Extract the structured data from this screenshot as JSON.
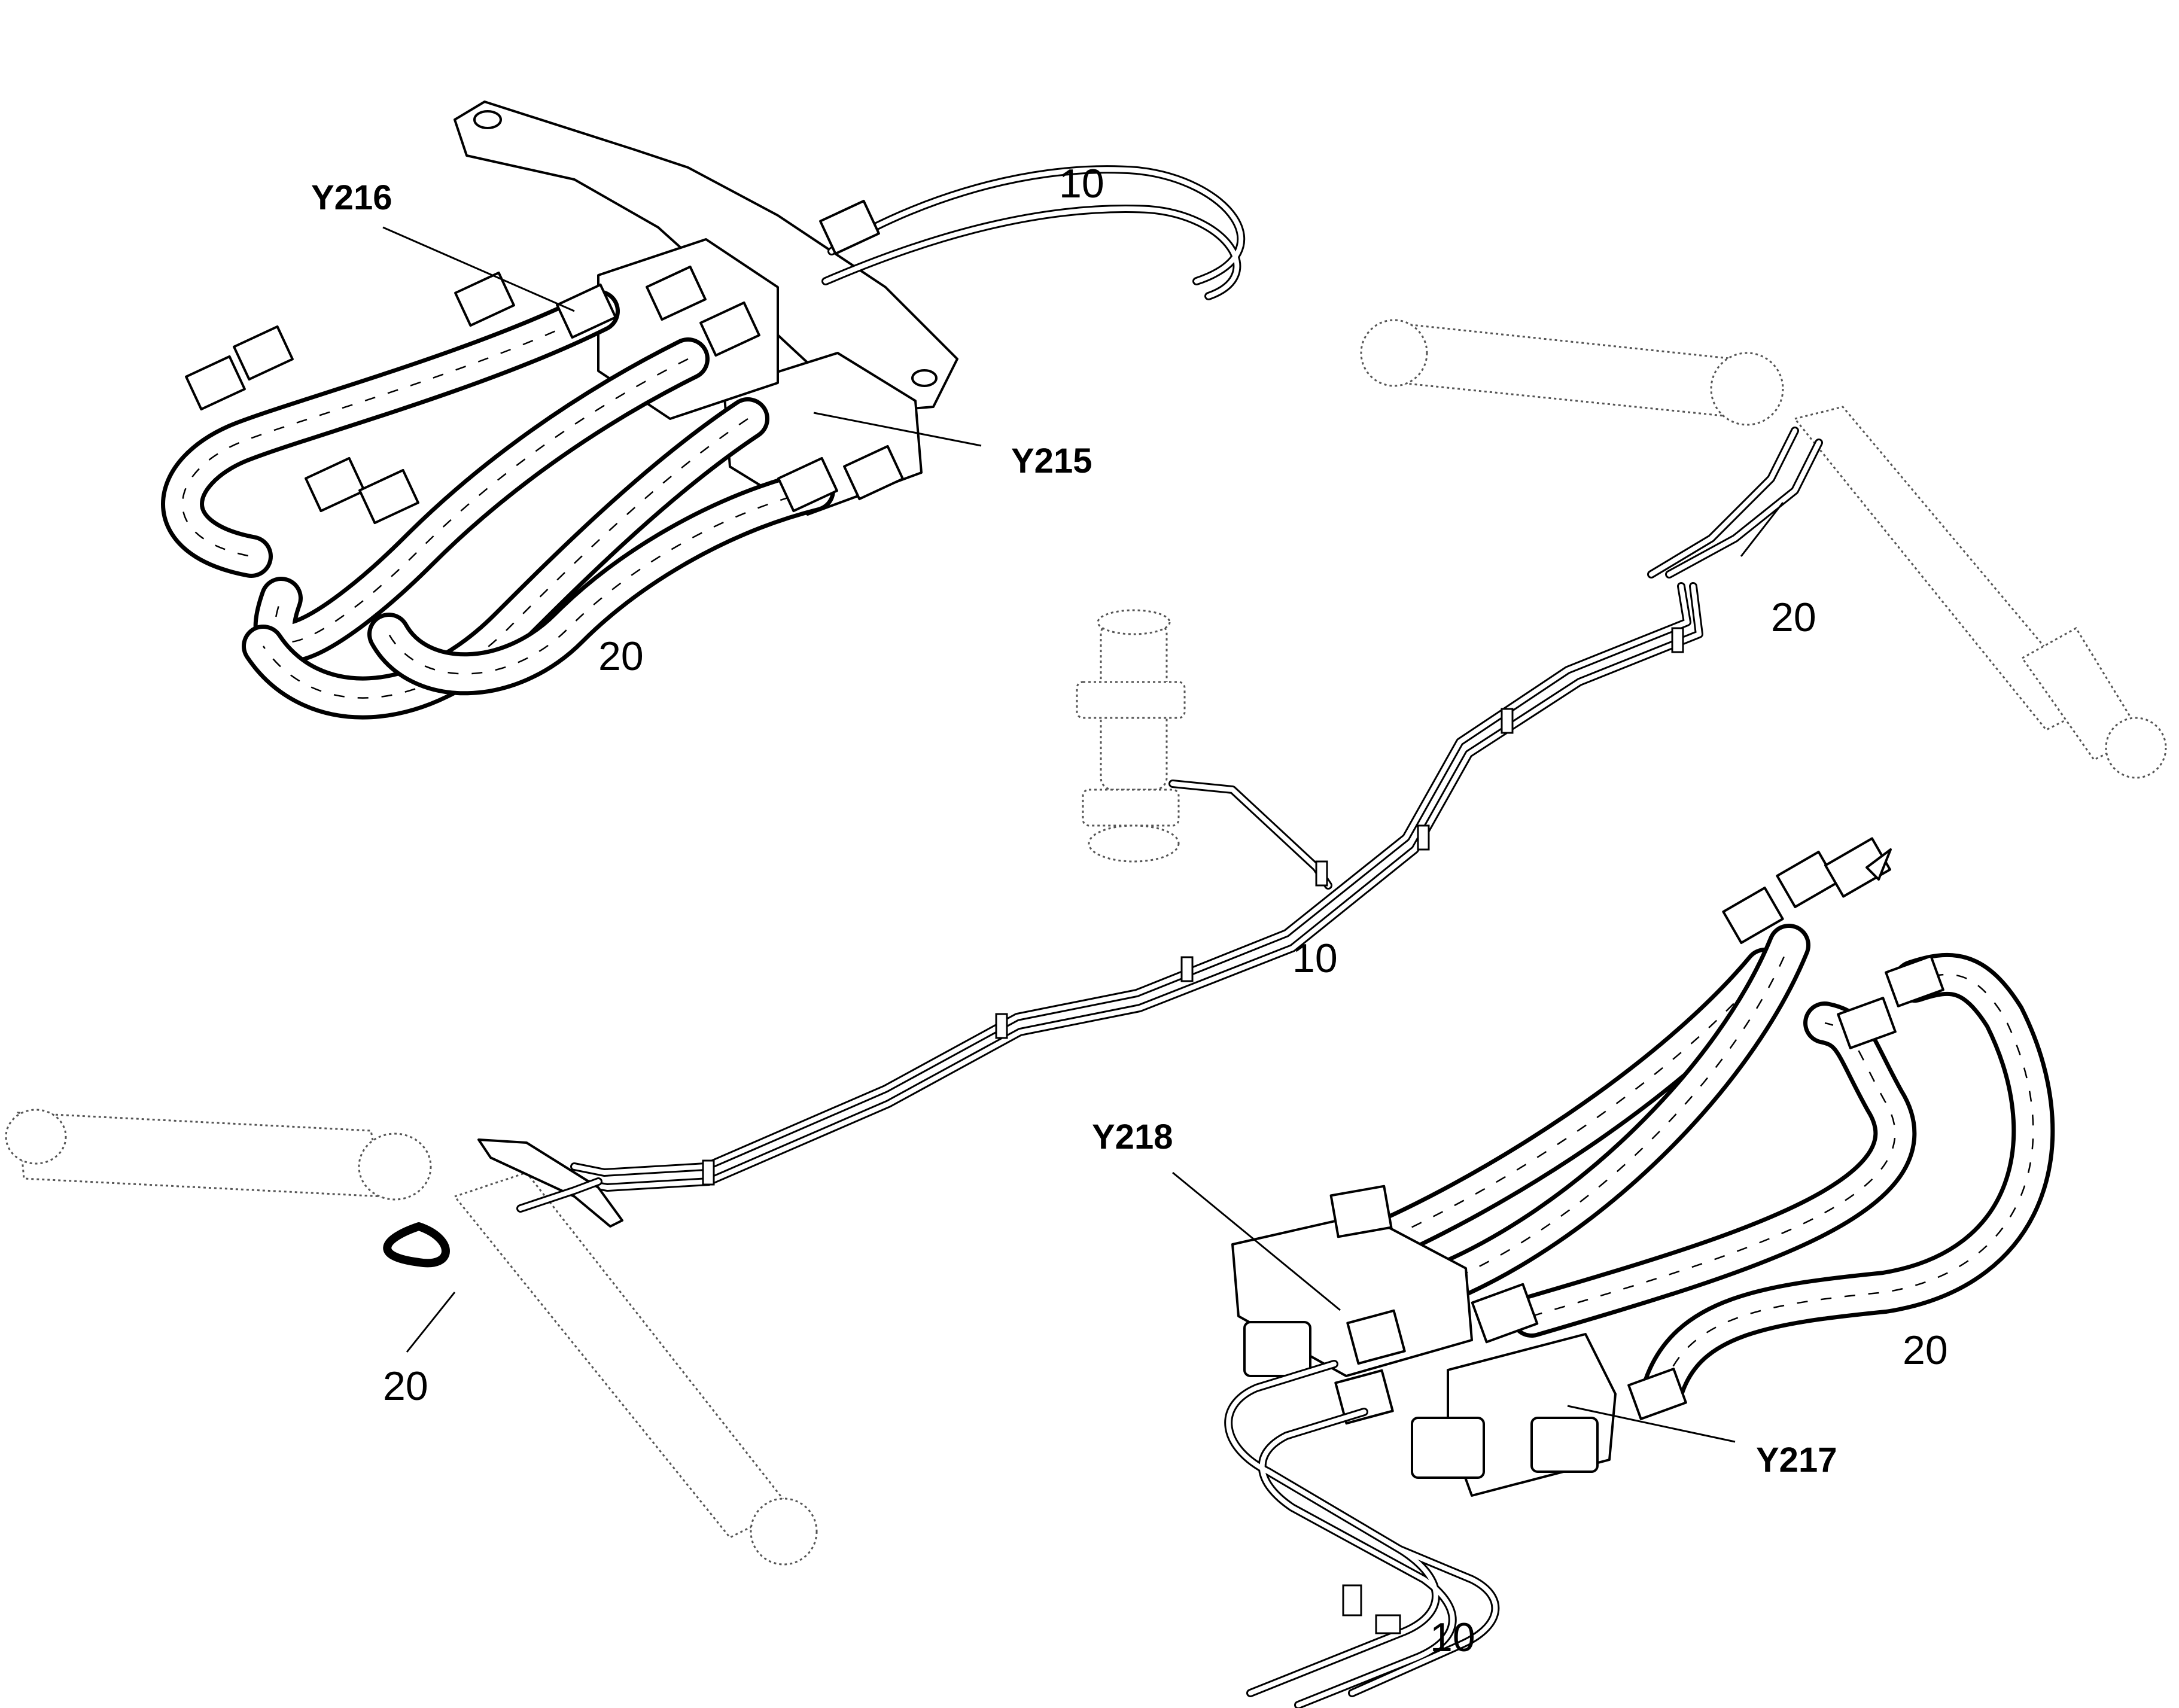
{
  "labels": {
    "hose_top": "10",
    "y216": "Y216",
    "y215": "Y215",
    "hose_top_left_20": "20",
    "pipe_middle_10": "10",
    "right_cylinder_20": "20",
    "y218": "Y218",
    "left_cylinder_20": "20",
    "right_lower_20": "20",
    "y217": "Y217",
    "bottom_10": "10"
  },
  "colors": {
    "line": "#000000",
    "ghost_line": "#555555",
    "background": "#ffffff"
  }
}
